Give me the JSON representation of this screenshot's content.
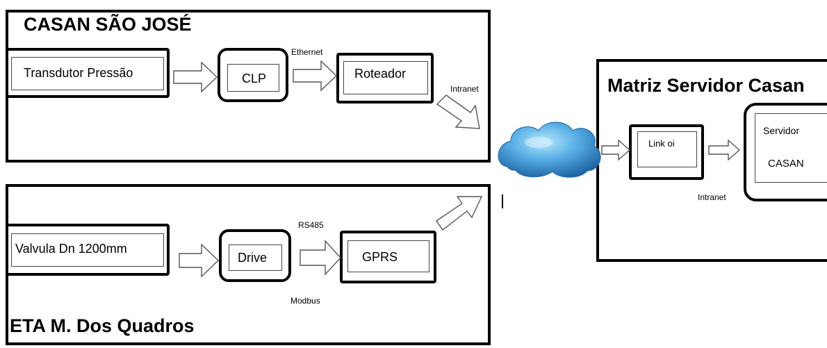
{
  "sao_jose": {
    "title": "CASAN SÃO JOSÉ",
    "transdutor": "Transdutor Pressão",
    "clp": "CLP",
    "ethernet": "Ethernet",
    "roteador": "Roteador",
    "intranet": "Intranet"
  },
  "eta": {
    "title": "ETA M. Dos Quadros",
    "valvula": "Valvula Dn 1200mm",
    "drive": "Drive",
    "rs485": "RS485",
    "gprs": "GPRS",
    "modbus": "Modbus"
  },
  "matriz": {
    "title": "Matriz Servidor Casan",
    "link": "Link oi",
    "servidor": "Servidor",
    "casan": "CASAN",
    "intranet": "Intranet"
  },
  "colors": {
    "cloud_light": "#8fd3f5",
    "cloud_dark": "#1c5fa0"
  }
}
